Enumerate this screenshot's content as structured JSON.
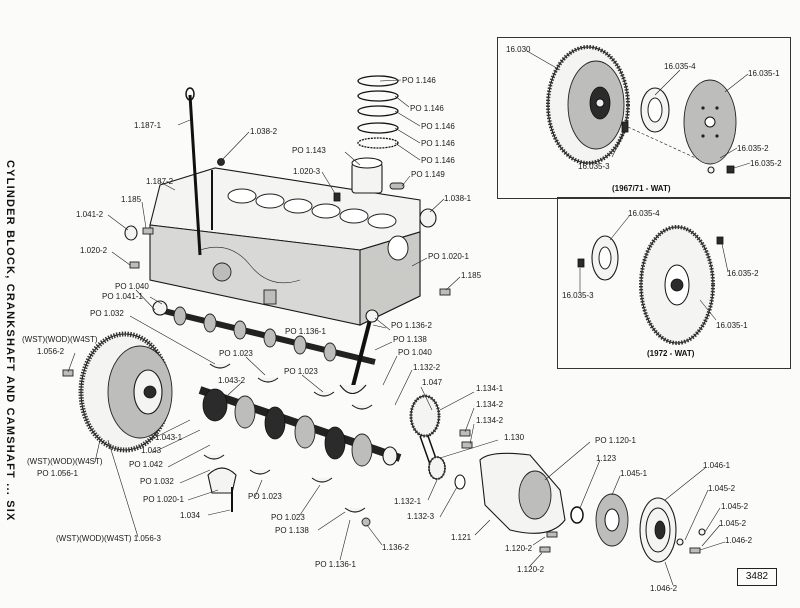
{
  "side_title": "CYLINDER BLOCK, CRANKSHAFT AND CAMSHAFT ... SIX",
  "figure_number": "3482",
  "insets": {
    "upper_caption": "(1967/71 - WAT)",
    "lower_caption": "(1972 - WAT)"
  },
  "labels": {
    "l_16030": "16.030",
    "l_16035_4a": "16.035-4",
    "l_16035_1a": "16.035-1",
    "l_16035_2a": "16.035-2",
    "l_16035_2b": "16.035-2",
    "l_16035_3a": "16.035-3",
    "l_16035_4b": "16.035-4",
    "l_16035_2c": "16.035-2",
    "l_16035_3b": "16.035-3",
    "l_16035_1b": "16.035-1",
    "l_po1146a": "PO 1.146",
    "l_po1146b": "PO 1.146",
    "l_po1146c": "PO 1.146",
    "l_po1146d": "PO 1.146",
    "l_po1146e": "PO 1.146",
    "l_po1143": "PO 1.143",
    "l_po1149": "PO 1.149",
    "l_1187_1": "1.187-1",
    "l_1038_2": "1.038-2",
    "l_1020_3": "1.020-3",
    "l_1187_2": "1.187-2",
    "l_1185a": "1.185",
    "l_1038_1": "1.038-1",
    "l_1041_2": "1.041-2",
    "l_1020_2": "1.020-2",
    "l_po1020_1": "PO 1.020-1",
    "l_1185b": "1.185",
    "l_po1040a": "PO 1.040",
    "l_po1041_1": "PO 1.041-1",
    "l_po1032a": "PO 1.032",
    "l_po1136_1a": "PO 1.136-1",
    "l_po1136_2": "PO 1.136-2",
    "l_po1138a": "PO 1.138",
    "l_po1040b": "PO 1.040",
    "l_1132_2": "1.132-2",
    "l_1047": "1.047",
    "l_wst1": "(WST)(WOD)(W4ST)",
    "l_1056_2": "1.056-2",
    "l_po1023a": "PO 1.023",
    "l_po1023b": "PO 1.023",
    "l_1043_2": "1.043-2",
    "l_1134_1": "1.134-1",
    "l_1134_2a": "1.134-2",
    "l_1134_2b": "1.134-2",
    "l_1130": "1.130",
    "l_1043_1": "1.043-1",
    "l_1043": "1.043",
    "l_po1042": "PO 1.042",
    "l_wst2": "(WST)(WOD)(W4ST)",
    "l_po1056_1": "PO 1.056-1",
    "l_po1032b": "PO 1.032",
    "l_po1020_1b": "PO 1.020-1",
    "l_1034": "1.034",
    "l_po1023c": "PO 1.023",
    "l_po1120_1": "PO 1.120-1",
    "l_1123": "1.123",
    "l_1045_1": "1.045-1",
    "l_1046_1": "1.046-1",
    "l_1045_2a": "1.045-2",
    "l_1045_2b": "1.045-2",
    "l_1045_2c": "1.045-2",
    "l_1046_2a": "1.046-2",
    "l_1046_2b": "1.046-2",
    "l_1132_1": "1.132-1",
    "l_1132_3": "1.132-3",
    "l_1121": "1.121",
    "l_1120_2a": "1.120-2",
    "l_1120_2b": "1.120-2",
    "l_po1023d": "PO 1.023",
    "l_po1138b": "PO 1.138",
    "l_1136_2": "1.136-2",
    "l_po1136_1b": "PO 1.136-1",
    "l_wst3": "(WST)(WOD)(W4ST) 1.056-3"
  }
}
